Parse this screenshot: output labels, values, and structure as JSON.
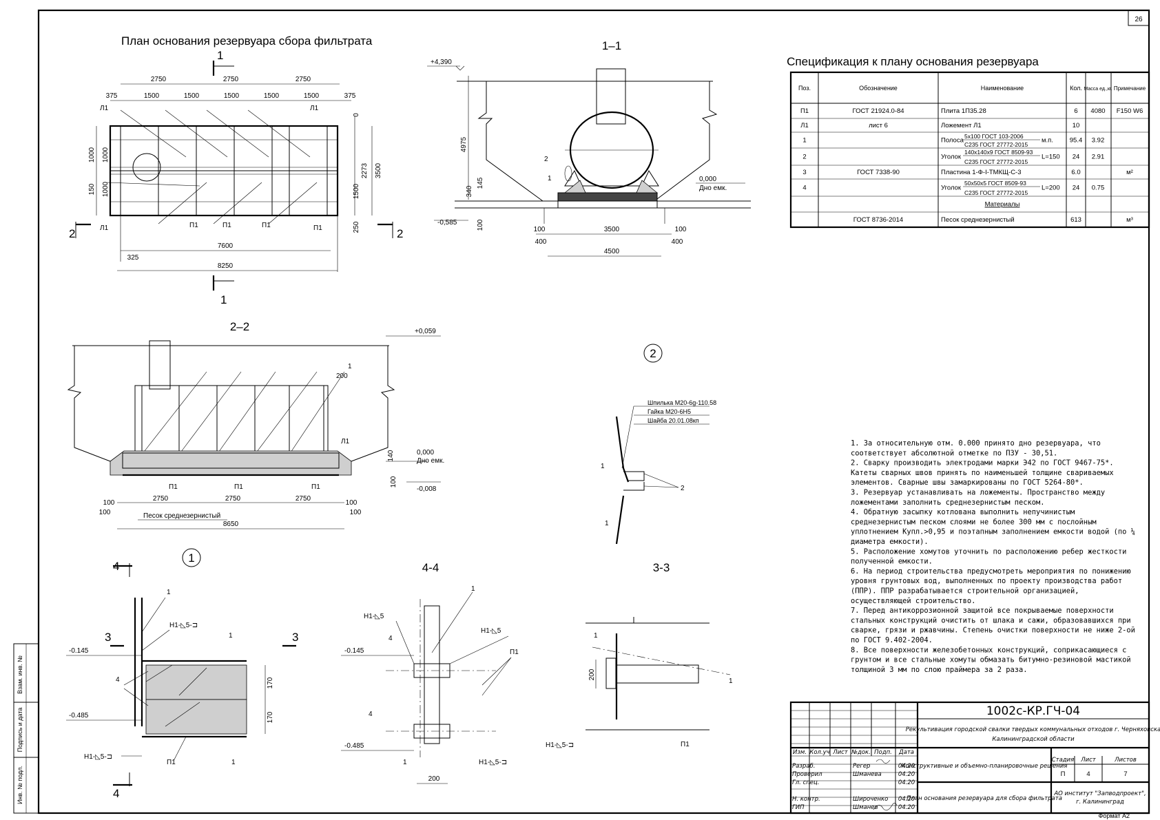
{
  "sheet": {
    "number": "26",
    "format": "Формат А2"
  },
  "plan": {
    "title": "План основания резервуара сбора фильтрата",
    "section_marks": [
      "1",
      "1",
      "2",
      "2"
    ],
    "dims_top": [
      "2750",
      "2750",
      "2750"
    ],
    "dims_second": [
      "375",
      "1500",
      "1500",
      "1500",
      "1500",
      "1500",
      "1500",
      "375"
    ],
    "dims_right": [
      "0",
      "2273",
      "3500",
      "1500",
      "250"
    ],
    "dims_left": [
      "1000",
      "1000",
      "150",
      "1000"
    ],
    "dims_bottom": [
      "7600",
      "325",
      "8250"
    ],
    "labels": [
      "Л1",
      "Л1",
      "П1",
      "П1",
      "П1",
      "П1",
      "Л1"
    ]
  },
  "section_1_1": {
    "title": "1–1",
    "elevations": [
      "+4,390",
      "0,000",
      "Дно емк.",
      "-0,585"
    ],
    "dims": [
      "4975",
      "145",
      "340",
      "100",
      "100",
      "3500",
      "100",
      "400",
      "400",
      "4500"
    ],
    "callouts": [
      "2",
      "1"
    ]
  },
  "section_2_2": {
    "title": "2–2",
    "elevations": [
      "+0,059",
      "0,000",
      "Дно емк.",
      "-0,008"
    ],
    "dims": [
      "200",
      "140",
      "100",
      "2750",
      "2750",
      "2750",
      "100",
      "100",
      "100",
      "100",
      "8650"
    ],
    "labels": [
      "1",
      "Л1",
      "П1",
      "П1",
      "П1",
      "Песок среднезернистый"
    ]
  },
  "node_1": {
    "marker": "1",
    "title": "4-4",
    "section_marks": [
      "4",
      "4",
      "3",
      "3"
    ],
    "elevations": [
      "-0.145",
      "-0.485"
    ],
    "dims": [
      "170",
      "170"
    ],
    "labels": [
      "1",
      "Н1-◺5-⊐",
      "1",
      "4",
      "Н1-◺5-⊐",
      "П1",
      "1"
    ]
  },
  "node_4_4": {
    "elevations": [
      "-0.145",
      "-0.485"
    ],
    "labels": [
      "1",
      "Н1-◺5",
      "Н1-◺5",
      "4",
      "П1",
      "4",
      "1",
      "Н1-◺5-⊐"
    ],
    "dims": [
      "200"
    ]
  },
  "node_3_3": {
    "title": "3-3",
    "dims": [
      "200"
    ],
    "labels": [
      "1",
      "1",
      "Н1-◺5-⊐",
      "П1"
    ]
  },
  "node_2": {
    "marker": "2",
    "fasteners": [
      "Шпилька М20-6g-110.58",
      "Гайка М20-6Н5",
      "Шайба 20.01.08кп"
    ],
    "labels": [
      "1",
      "2",
      "1"
    ]
  },
  "spec": {
    "title": "Спецификация к плану основания резервуара",
    "headers": [
      "Поз.",
      "Обозначение",
      "Наименование",
      "Кол.",
      "Масса ед.,кг.",
      "Примечание"
    ],
    "rows": [
      {
        "pos": "П1",
        "code": "ГОСТ 21924.0-84",
        "name": "Плита 1П35.28",
        "qty": "6",
        "mass": "4080",
        "note": "F150 W6"
      },
      {
        "pos": "Л1",
        "code": "лист 6",
        "name": "Ложемент Л1",
        "qty": "10",
        "mass": "",
        "note": ""
      },
      {
        "pos": "1",
        "code": "",
        "name": "Полоса",
        "name_top": "5х100 ГОСТ 103-2006",
        "name_bottom": "С235 ГОСТ 27772-2015",
        "suffix": "м.п.",
        "qty": "95.4",
        "mass": "3.92",
        "note": ""
      },
      {
        "pos": "2",
        "code": "",
        "name": "Уголок",
        "name_top": "140х140х9 ГОСТ 8509-93",
        "name_bottom": "С235 ГОСТ 27772-2015",
        "suffix": "L=150",
        "qty": "24",
        "mass": "2.91",
        "note": ""
      },
      {
        "pos": "3",
        "code": "ГОСТ 7338-90",
        "name": "Пластина 1-Ф-I-ТМКЩ-С-3",
        "qty": "6.0",
        "mass": "",
        "note": "м²"
      },
      {
        "pos": "4",
        "code": "",
        "name": "Уголок",
        "name_top": "50х50х5 ГОСТ 8509-93",
        "name_bottom": "С235 ГОСТ 27772-2015",
        "suffix": "L=200",
        "qty": "24",
        "mass": "0.75",
        "note": ""
      },
      {
        "pos": "",
        "code": "",
        "name": "Материалы",
        "qty": "",
        "mass": "",
        "note": ""
      },
      {
        "pos": "",
        "code": "ГОСТ 8736-2014",
        "name": "Песок среднезернистый",
        "qty": "613",
        "mass": "",
        "note": "м³"
      }
    ]
  },
  "notes": [
    "1. За относительную отм. 0.000 принято дно резервуара, что",
    "соответствует абсолютной отметке по ПЗУ - 30,51.",
    "2. Сварку производить электродами марки Э42 по ГОСТ 9467-75*.",
    "Катеты сварных швов принять по наименьшей толщине свариваемых",
    "элементов. Сварные швы замаркированы по ГОСТ 5264-80*.",
    "3. Резервуар устанавливать на ложементы. Пространство между",
    "ложементами заполнить среднезернистым песком.",
    "4. Обратную засыпку котлована выполнить непучинистым",
    "среднезернистым песком слоями не более 300 мм с послойным",
    "уплотнением Купл.>0,95 и поэтапным заполнением емкости водой (по ¼",
    "диаметра емкости).",
    "5. Расположение хомутов уточнить по расположению ребер жесткости",
    "полученной емкости.",
    "6. На период строительства предусмотреть мероприятия по понижению",
    "уровня грунтовых вод, выполненных по проекту производства работ",
    "(ППР). ППР разрабатывается строительной организацией,",
    "осуществляющей строительство.",
    "7. Перед антикоррозионной защитой все покрываемые поверхности",
    "стальных конструкций очистить от шлака и сажи, образовавшихся при",
    "сварке, грязи и ржавчины. Степень очистки поверхности не ниже 2-ой",
    "по ГОСТ 9.402-2004.",
    "8. Все поверхности железобетонных конструкций, соприкасающиеся с",
    "грунтом и все стальные хомуты обмазать битумно-резиновой мастикой",
    "толщиной 3 мм по слою праймера за 2 раза."
  ],
  "stamp": {
    "code": "1002с-КР.ГЧ-04",
    "project_line1": "Рекультивация городской свалки твердых коммунальных отходов г. Черняховска",
    "project_line2": "Калининградской области",
    "section_name": "Конструктивные и объемно-планировочные решения",
    "sheet_name": "План основания резервуара для сбора фильтрата",
    "org_line1": "АО институт \"Запводпроект\",",
    "org_line2": "г. Калининград",
    "col_heads": [
      "Изм.",
      "Кол.уч",
      "Лист",
      "№док.",
      "Подп.",
      "Дата"
    ],
    "stage_heads": [
      "Стадия",
      "Лист",
      "Листов"
    ],
    "stage_vals": [
      "П",
      "4",
      "7"
    ],
    "people": [
      {
        "role": "Разраб.",
        "name": "Регер",
        "date": "04.20"
      },
      {
        "role": "Проверил",
        "name": "Шманева",
        "date": "04.20"
      },
      {
        "role": "Гл. спец.",
        "name": "",
        "date": "04.20"
      },
      {
        "role": "",
        "name": "",
        "date": ""
      },
      {
        "role": "Н. контр.",
        "name": "Широченко",
        "date": "04.20"
      },
      {
        "role": "ГИП",
        "name": "Шманев",
        "date": "04.20"
      }
    ],
    "side_labels": [
      "Взам. инв. №",
      "Подпись и дата",
      "Инв. № подл."
    ]
  }
}
